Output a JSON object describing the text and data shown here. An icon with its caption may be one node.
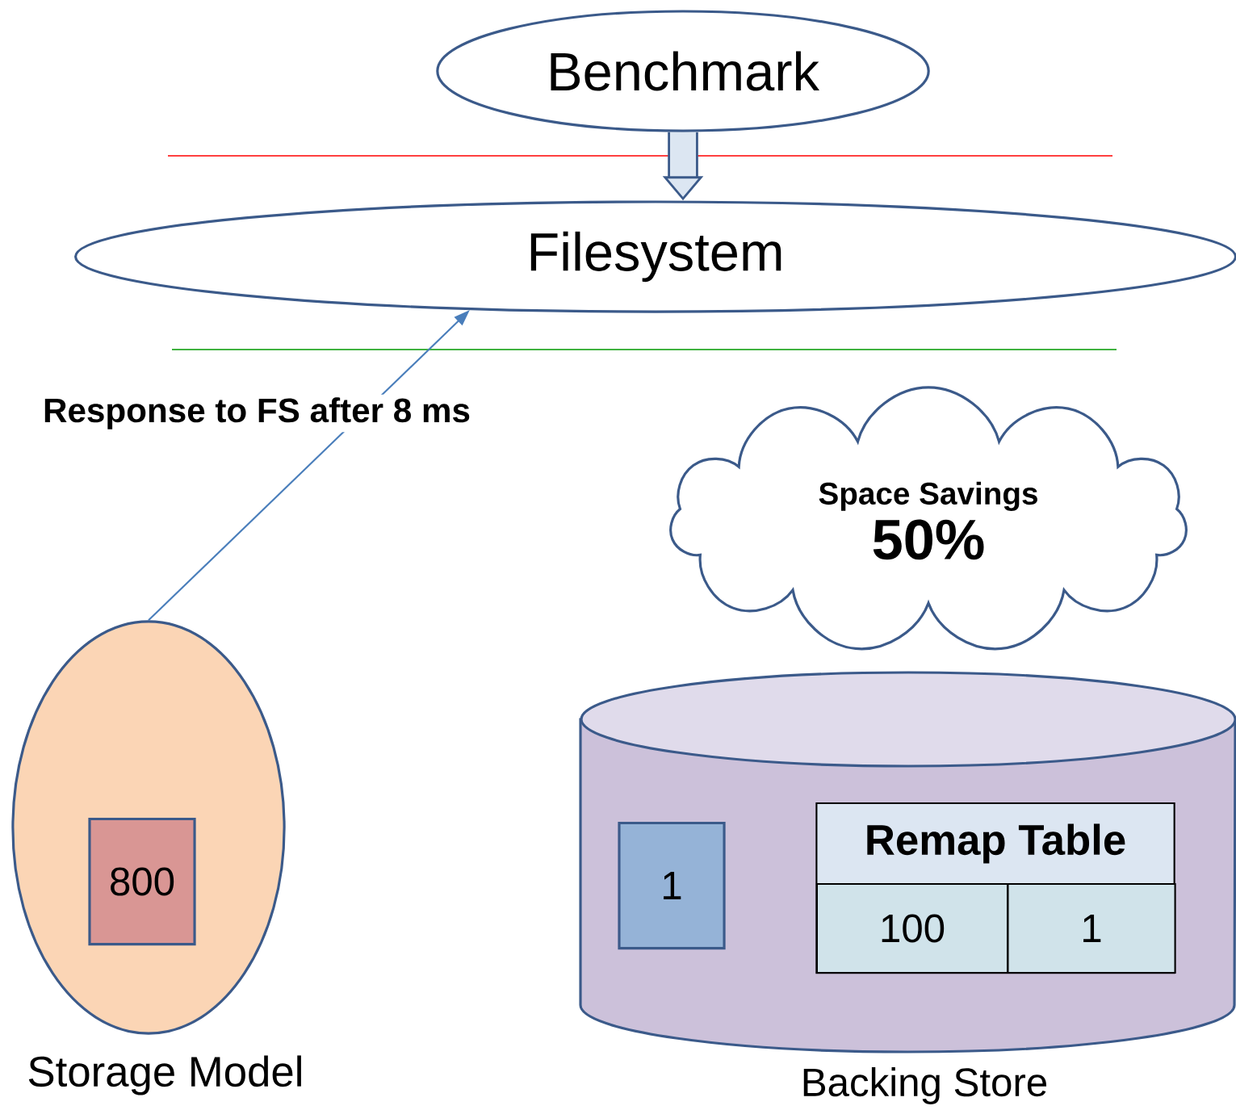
{
  "diagram": {
    "nodes": [
      {
        "text": [
          "Benchmark"
        ]
      },
      {
        "text": [
          "Filesystem"
        ]
      },
      {
        "text": [
          "Storage Model"
        ]
      },
      {
        "text": [
          "800"
        ],
        "in": 2
      },
      {
        "text": [
          "Space Savings",
          "50%"
        ]
      },
      {
        "text": [
          "Backing Store"
        ]
      },
      {
        "text": [
          "1"
        ],
        "in": 5
      },
      {
        "text": [
          "Remap Table"
        ],
        "in": 5
      },
      {
        "text": [
          "100"
        ],
        "in": 7
      },
      {
        "text": [
          "1"
        ],
        "in": 7
      }
    ],
    "edges": [
      {
        "from": 0,
        "to": 1,
        "arrow": "to",
        "style": "thick"
      },
      {
        "from": 2,
        "to": 1,
        "arrow": "to",
        "label": "Response to FS after 8 ms"
      }
    ]
  }
}
